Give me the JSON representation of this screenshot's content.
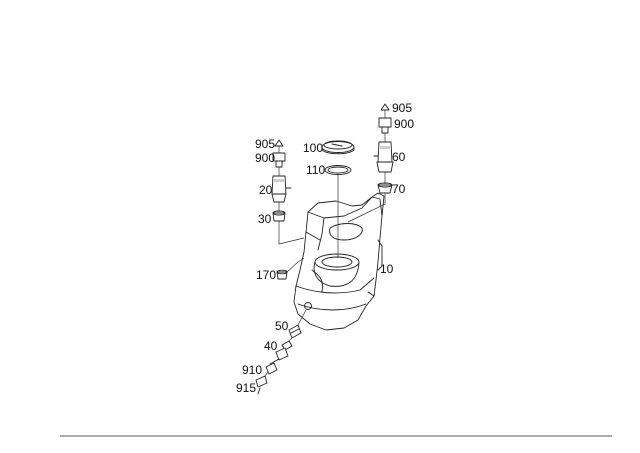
{
  "callouts": {
    "c905_right": "905",
    "c900_right": "900",
    "c60": "60",
    "c70": "70",
    "c100": "100",
    "c110": "110",
    "c905_left": "905",
    "c900_left": "900",
    "c20": "20",
    "c30": "30",
    "c10": "10",
    "c170": "170",
    "c50": "50",
    "c40": "40",
    "c910": "910",
    "c915": "915"
  }
}
